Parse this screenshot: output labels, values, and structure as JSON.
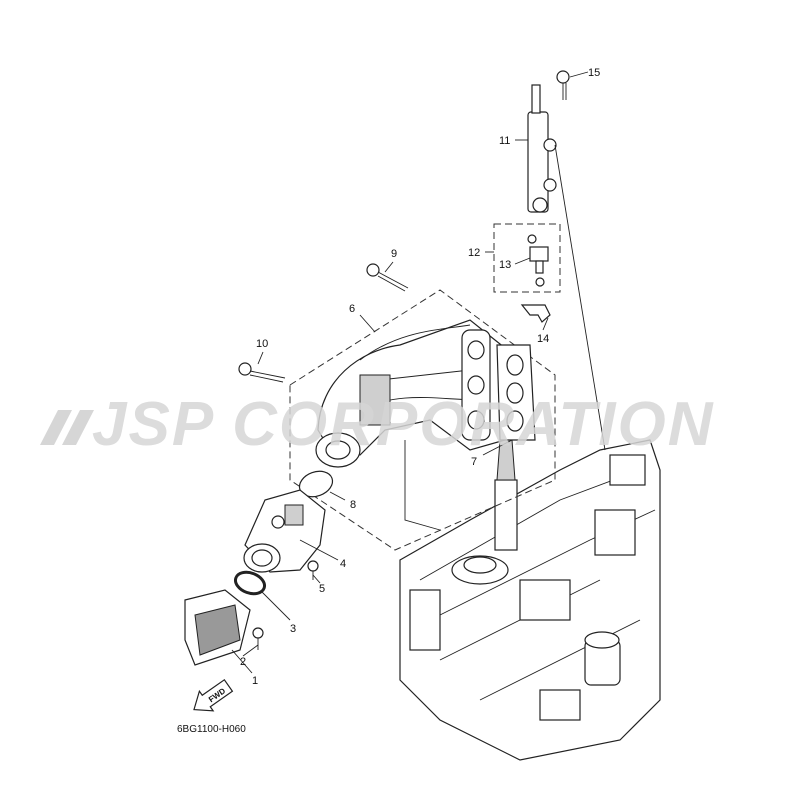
{
  "diagram": {
    "watermark": "JSP CORPORATION",
    "drawing_code": "6BG1100-H060",
    "fwd_label": "FWD",
    "callouts": [
      "1",
      "2",
      "3",
      "4",
      "5",
      "6",
      "7",
      "8",
      "9",
      "10",
      "11",
      "12",
      "13",
      "14",
      "15"
    ]
  }
}
